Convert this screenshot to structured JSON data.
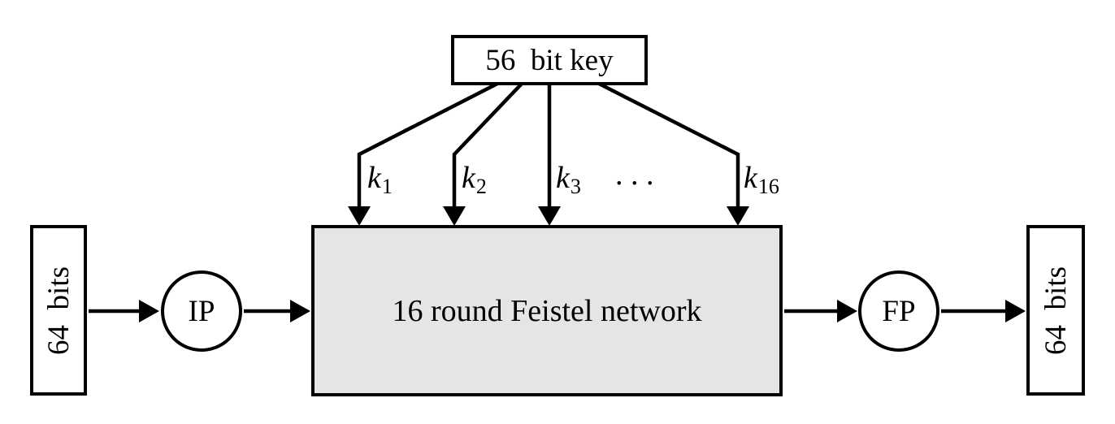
{
  "diagram": {
    "background": "#ffffff",
    "stroke_color": "#000000",
    "key_box": {
      "label": "56  bit key"
    },
    "input_box": {
      "label": "64  bits"
    },
    "output_box": {
      "label": "64  bits"
    },
    "ip_node": {
      "label": "IP"
    },
    "fp_node": {
      "label": "FP"
    },
    "feistel_box": {
      "label": "16 round Feistel network",
      "fill": "#e5e5e5"
    },
    "round_key_arrows": [
      {
        "base": "k",
        "sub": "1"
      },
      {
        "base": "k",
        "sub": "2"
      },
      {
        "base": "k",
        "sub": "3"
      },
      {
        "base": "k",
        "sub": "16"
      }
    ],
    "ellipsis": ". . ."
  }
}
